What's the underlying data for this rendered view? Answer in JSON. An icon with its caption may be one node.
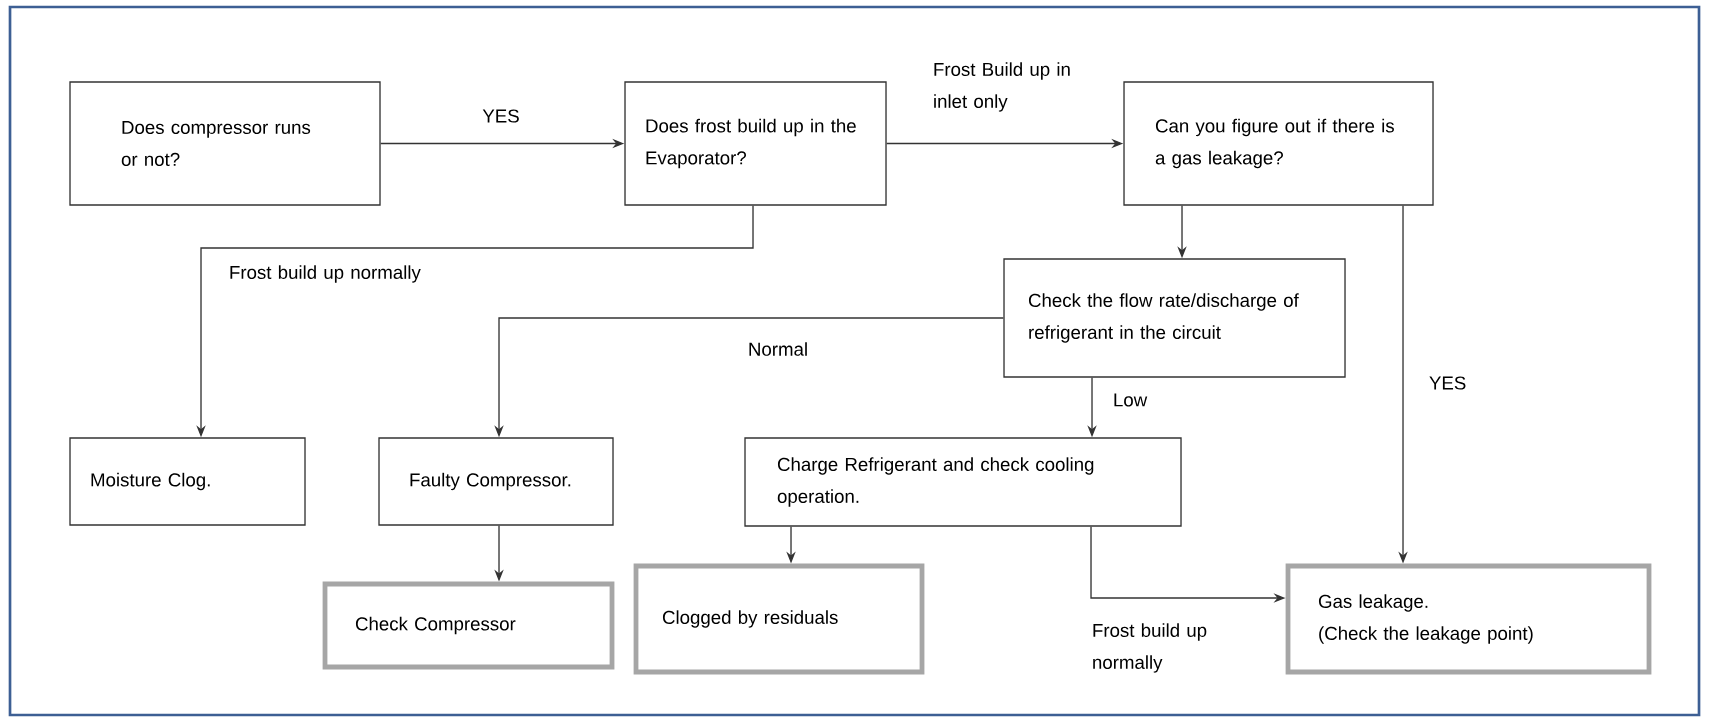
{
  "diagram": {
    "nodes": [
      {
        "text": [
          "Does compressor runs or not?"
        ]
      },
      {
        "text": [
          "Does frost build up in the Evaporator?"
        ]
      },
      {
        "text": [
          "Can you figure out if there is a gas leakage?"
        ]
      },
      {
        "text": [
          "Check the flow rate/discharge of refrigerant in the circuit"
        ]
      },
      {
        "text": [
          "Moisture Clog."
        ]
      },
      {
        "text": [
          "Faulty Compressor."
        ]
      },
      {
        "text": [
          "Charge Refrigerant and check cooling operation."
        ]
      },
      {
        "text": [
          "Check Compressor"
        ]
      },
      {
        "text": [
          "Clogged by residuals"
        ]
      },
      {
        "text": [
          "Gas leakage.",
          "(Check the leakage point)"
        ]
      }
    ],
    "edges": [
      {
        "from": 0,
        "to": 1,
        "arrow": "to",
        "label": "YES"
      },
      {
        "from": 1,
        "to": 2,
        "arrow": "to",
        "label": "Frost Build up in inlet only"
      },
      {
        "from": 1,
        "to": 4,
        "arrow": "to",
        "label": "Frost build up normally"
      },
      {
        "from": 2,
        "to": 3,
        "arrow": "to"
      },
      {
        "from": 3,
        "to": 5,
        "arrow": "to",
        "label": "Normal"
      },
      {
        "from": 3,
        "to": 6,
        "arrow": "to",
        "label": "Low"
      },
      {
        "from": 2,
        "to": 9,
        "arrow": "to",
        "label": "YES"
      },
      {
        "from": 5,
        "to": 7,
        "arrow": "to"
      },
      {
        "from": 6,
        "to": 8,
        "arrow": "to"
      },
      {
        "from": 6,
        "to": 9,
        "arrow": "to",
        "label": "Frost build up normally"
      }
    ]
  }
}
